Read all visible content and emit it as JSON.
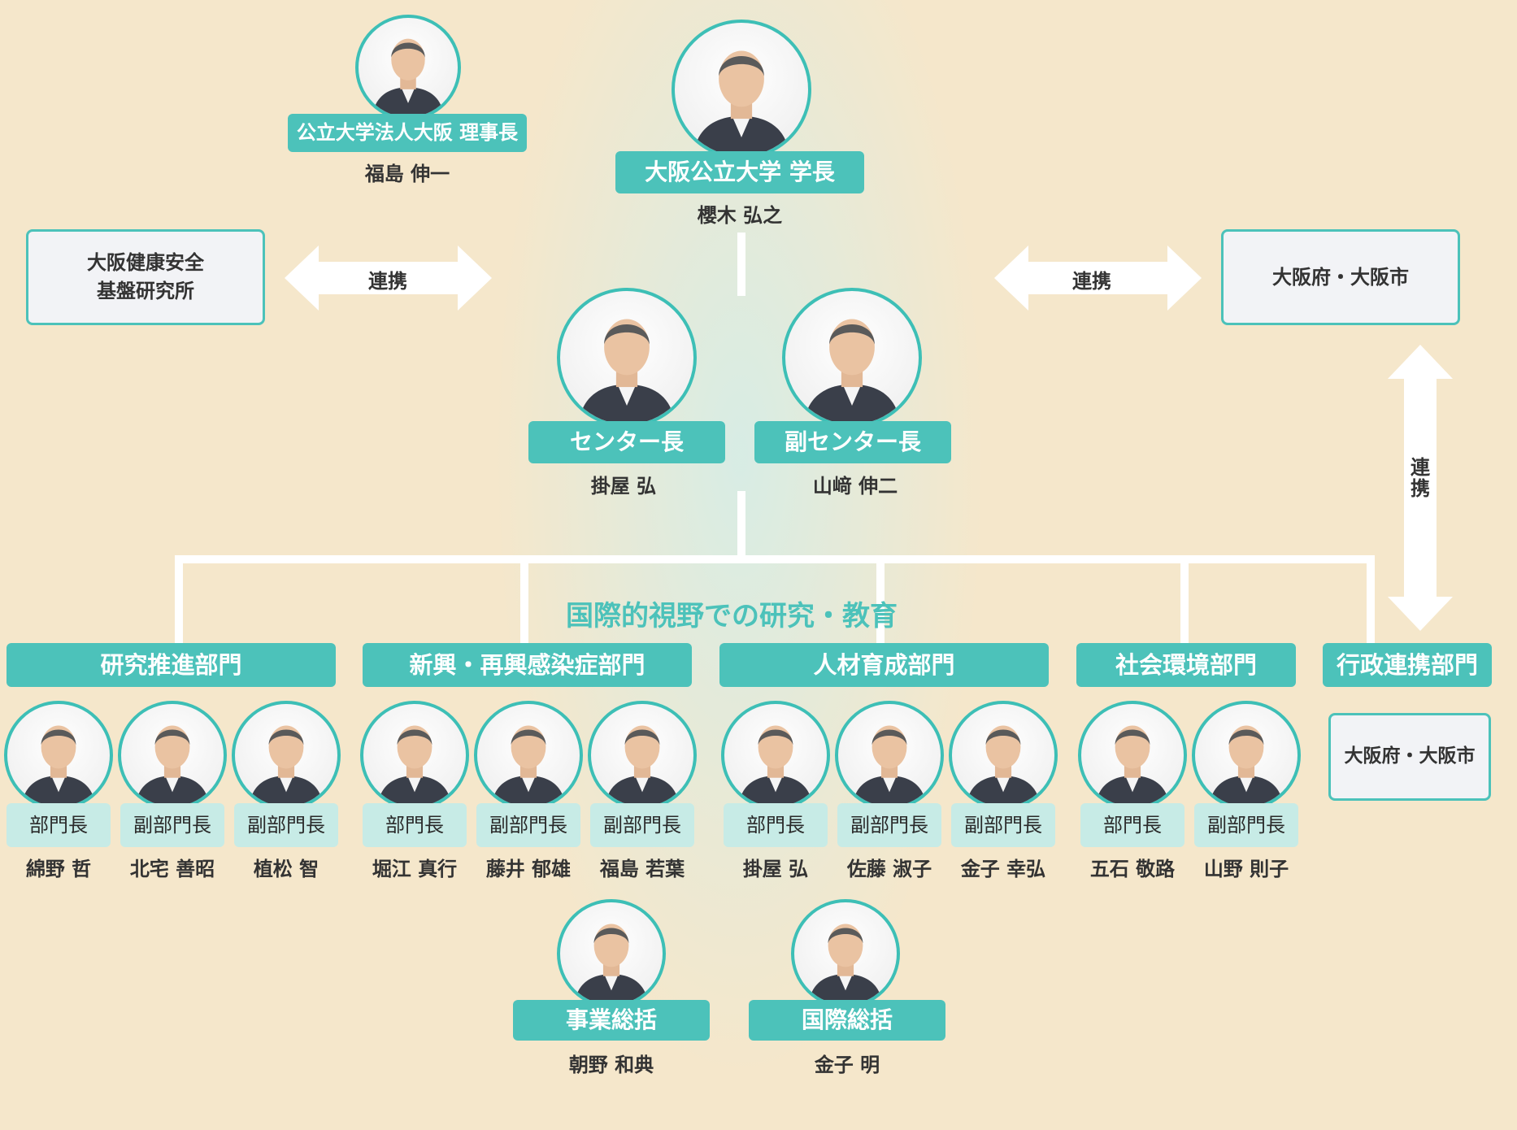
{
  "top": {
    "chairman": {
      "title": "公立大学法人大阪 理事長",
      "name": "福島 伸一"
    },
    "president": {
      "title": "大阪公立大学 学長",
      "name": "櫻木 弘之"
    }
  },
  "partners": {
    "left_box": "大阪健康安全\n基盤研究所",
    "right_box": "大阪府・大阪市",
    "left_arrow": "連携",
    "right_arrow": "連携",
    "vertical_arrow": "連\n携"
  },
  "center": {
    "director": {
      "title": "センター長",
      "name": "掛屋 弘"
    },
    "vice_director": {
      "title": "副センター長",
      "name": "山﨑 伸二"
    }
  },
  "tagline": "国際的視野での研究・教育",
  "departments": [
    {
      "name": "研究推進部門",
      "members": [
        {
          "role": "部門長",
          "name": "綿野 哲"
        },
        {
          "role": "副部門長",
          "name": "北宅 善昭"
        },
        {
          "role": "副部門長",
          "name": "植松 智"
        }
      ]
    },
    {
      "name": "新興・再興感染症部門",
      "members": [
        {
          "role": "部門長",
          "name": "堀江 真行"
        },
        {
          "role": "副部門長",
          "name": "藤井 郁雄"
        },
        {
          "role": "副部門長",
          "name": "福島 若葉"
        }
      ]
    },
    {
      "name": "人材育成部門",
      "members": [
        {
          "role": "部門長",
          "name": "掛屋 弘"
        },
        {
          "role": "副部門長",
          "name": "佐藤 淑子"
        },
        {
          "role": "副部門長",
          "name": "金子 幸弘"
        }
      ]
    },
    {
      "name": "社会環境部門",
      "members": [
        {
          "role": "部門長",
          "name": "五石 敬路"
        },
        {
          "role": "副部門長",
          "name": "山野 則子"
        }
      ]
    },
    {
      "name": "行政連携部門",
      "box": "大阪府・大阪市"
    }
  ],
  "supervisors": [
    {
      "title": "事業総括",
      "name": "朝野 和典"
    },
    {
      "title": "国際総括",
      "name": "金子 明"
    }
  ],
  "colors": {
    "teal": "#4cc2ba",
    "pale_teal": "#c7ebe6",
    "background": "#f5e7cb"
  }
}
